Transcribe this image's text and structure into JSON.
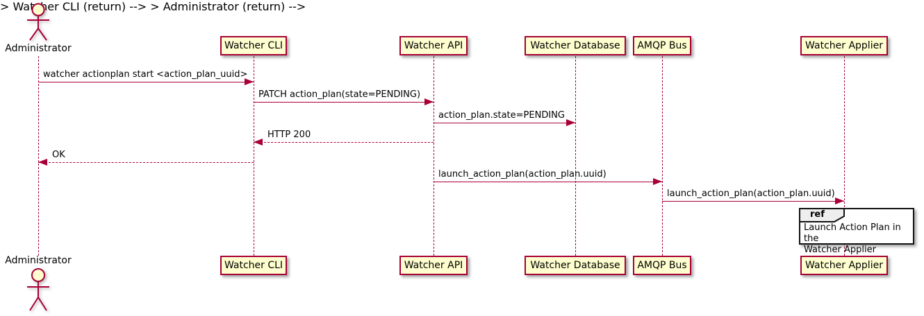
{
  "diagram": {
    "type": "uml-sequence-diagram",
    "actor": {
      "name": "Administrator"
    },
    "participants": [
      {
        "label": "Watcher CLI"
      },
      {
        "label": "Watcher API"
      },
      {
        "label": "Watcher Database"
      },
      {
        "label": "AMQP Bus"
      },
      {
        "label": "Watcher Applier"
      }
    ],
    "messages": [
      {
        "from": "Administrator",
        "to": "Watcher CLI",
        "label": "watcher actionplan start <action_plan_uuid>",
        "line": "solid",
        "direction": "right"
      },
      {
        "from": "Watcher CLI",
        "to": "Watcher API",
        "label": "PATCH action_plan(state=PENDING)",
        "line": "solid",
        "direction": "right"
      },
      {
        "from": "Watcher API",
        "to": "Watcher Database",
        "label": "action_plan.state=PENDING",
        "line": "solid",
        "direction": "right"
      },
      {
        "from": "Watcher API",
        "to": "Watcher CLI",
        "label": "HTTP 200",
        "line": "dashed",
        "direction": "left"
      },
      {
        "from": "Watcher CLI",
        "to": "Administrator",
        "label": "OK",
        "line": "dashed",
        "direction": "left"
      },
      {
        "from": "Watcher API",
        "to": "AMQP Bus",
        "label": "launch_action_plan(action_plan.uuid)",
        "line": "solid",
        "direction": "right"
      },
      {
        "from": "AMQP Bus",
        "to": "Watcher Applier",
        "label": "launch_action_plan(action_plan.uuid)",
        "line": "solid",
        "direction": "right"
      }
    ],
    "ref_fragment": {
      "keyword": "ref",
      "over": "Watcher Applier",
      "text": "Launch Action Plan in the\nWatcher Applier"
    },
    "colors": {
      "participant_fill": "#FEFECE",
      "line_color": "#A80036",
      "text_color": "#000000",
      "ref_tab_fill": "#EEEEEE",
      "ref_border": "#111111",
      "background": "#FFFFFF"
    }
  }
}
